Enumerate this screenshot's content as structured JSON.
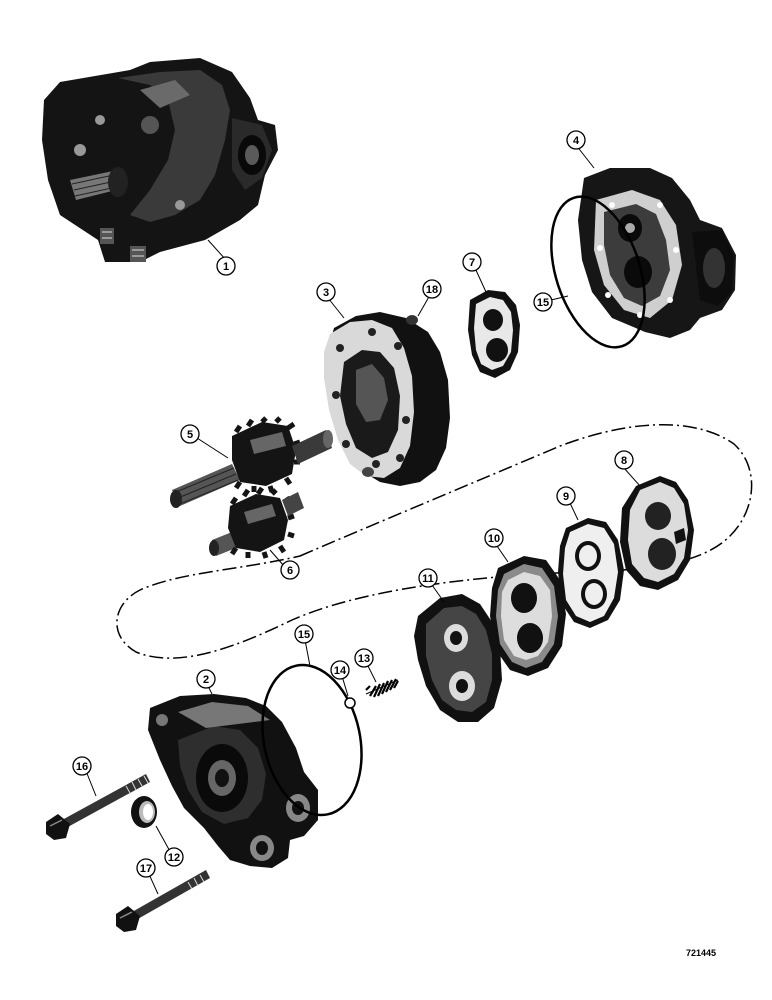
{
  "figure": {
    "code": "721445",
    "callouts": {
      "c1": "1",
      "c2": "2",
      "c3": "3",
      "c4": "4",
      "c5": "5",
      "c6": "6",
      "c7": "7",
      "c8": "8",
      "c9": "9",
      "c10": "10",
      "c11": "11",
      "c12": "12",
      "c13": "13",
      "c14": "14",
      "c15a": "15",
      "c15b": "15",
      "c16": "16",
      "c17": "17",
      "c18": "18"
    }
  }
}
